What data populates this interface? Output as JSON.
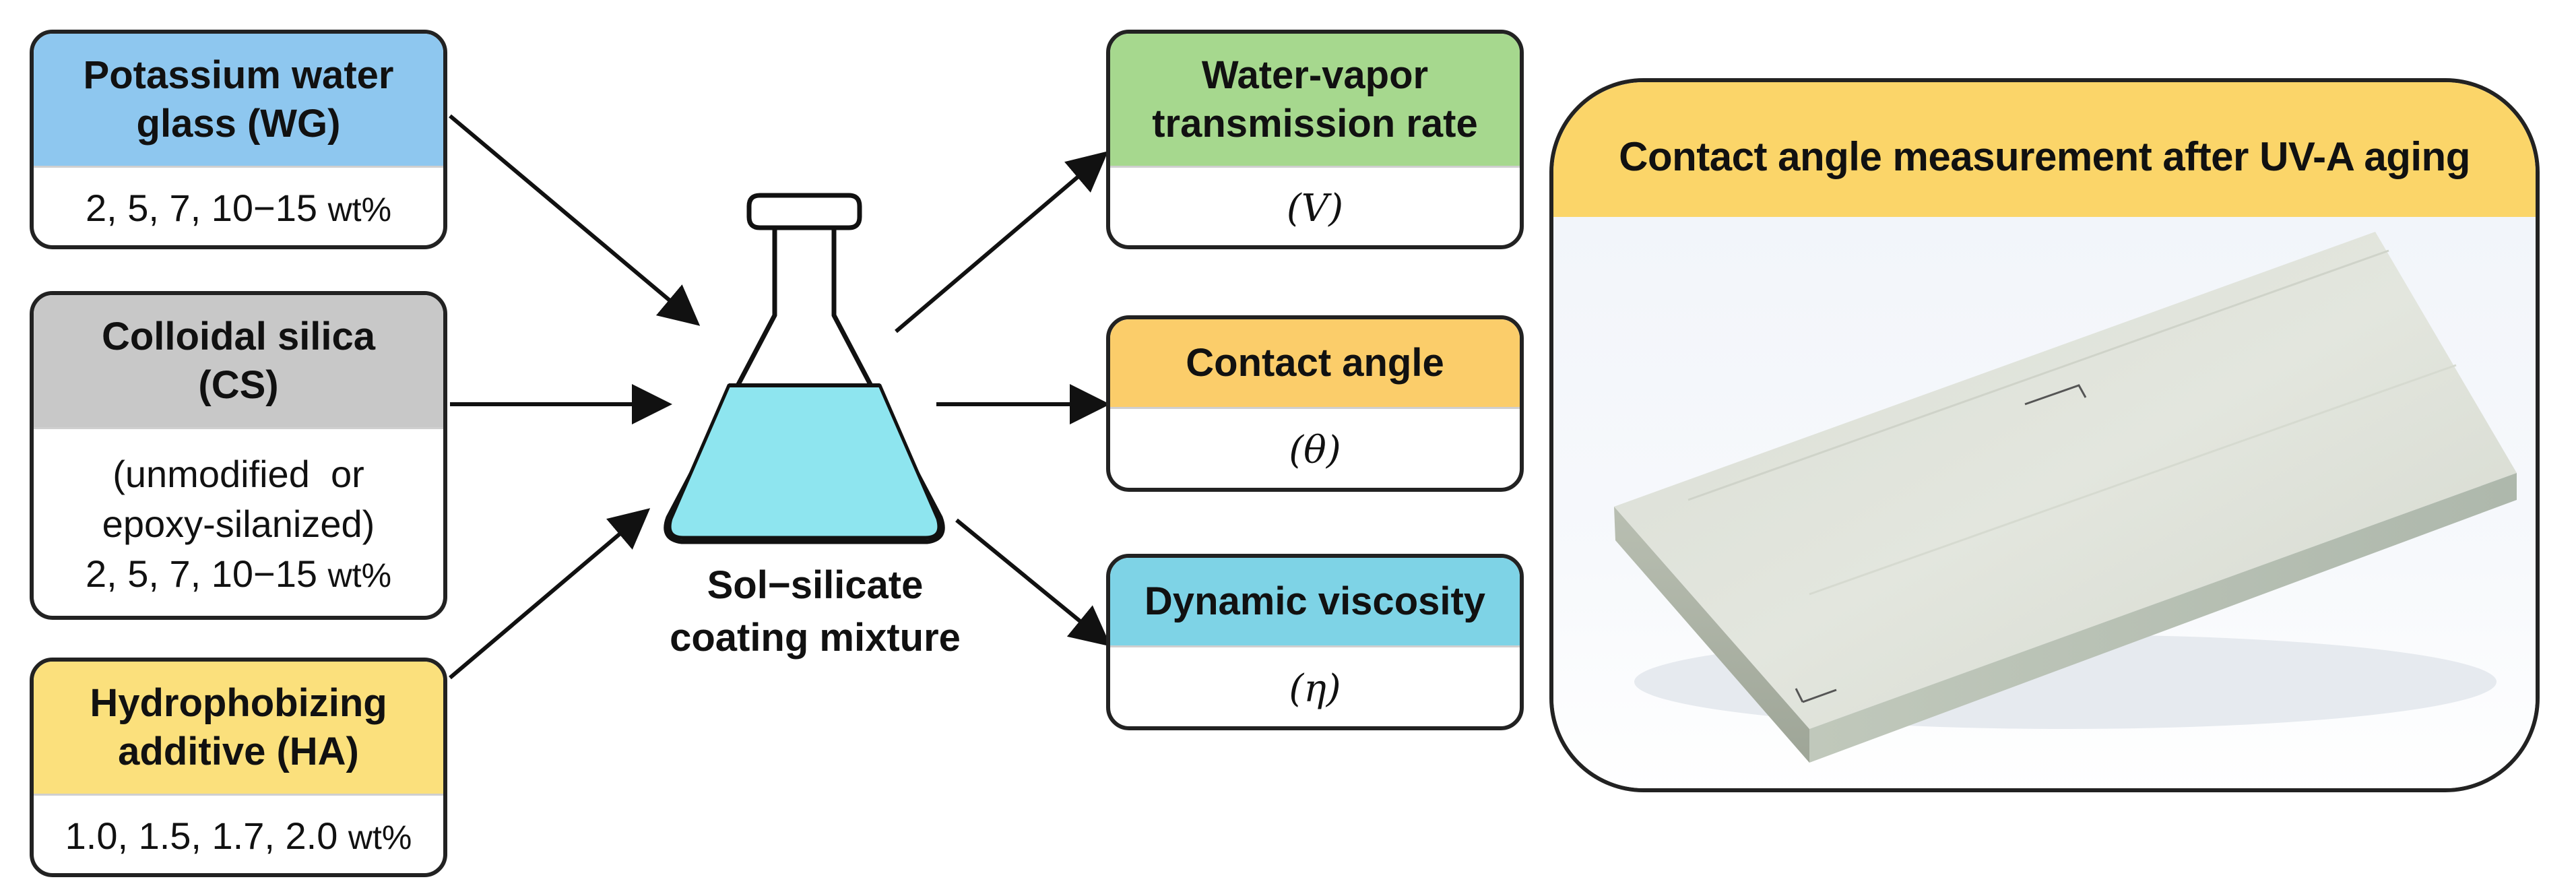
{
  "inputs": {
    "wg": {
      "title_line1": "Potassium water",
      "title_line2": "glass (WG)",
      "range": "2, 5, 7, 10−15",
      "unit": "wt%"
    },
    "cs": {
      "title_line1": "Colloidal silica",
      "title_line2": "(CS)",
      "note_line1": "(unmodified  or",
      "note_line2": "epoxy-silanized)",
      "range": "2, 5, 7, 10−15",
      "unit": "wt%"
    },
    "ha": {
      "title_line1": "Hydrophobizing",
      "title_line2": "additive (HA)",
      "range": "1.0, 1.5, 1.7, 2.0",
      "unit": "wt%"
    }
  },
  "mixture": {
    "line1": "Sol−silicate",
    "line2": "coating mixture"
  },
  "outputs": {
    "wvtr": {
      "title_line1": "Water-vapor",
      "title_line2": "transmission rate",
      "symbol": "(V)"
    },
    "ca": {
      "title": "Contact angle",
      "symbol": "(θ)"
    },
    "dv": {
      "title": "Dynamic viscosity",
      "symbol": "(η)"
    }
  },
  "photo": {
    "title": "Contact angle measurement after UV-A aging"
  },
  "colors": {
    "wg_header": "#8ec7ef",
    "cs_header": "#c8c8c8",
    "ha_header": "#fbe07c",
    "wvtr_header": "#a6d88e",
    "ca_header": "#fbcd6a",
    "dv_header": "#7ed3e6",
    "photo_header": "#fbd569",
    "liquid": "#8ee5ef"
  }
}
